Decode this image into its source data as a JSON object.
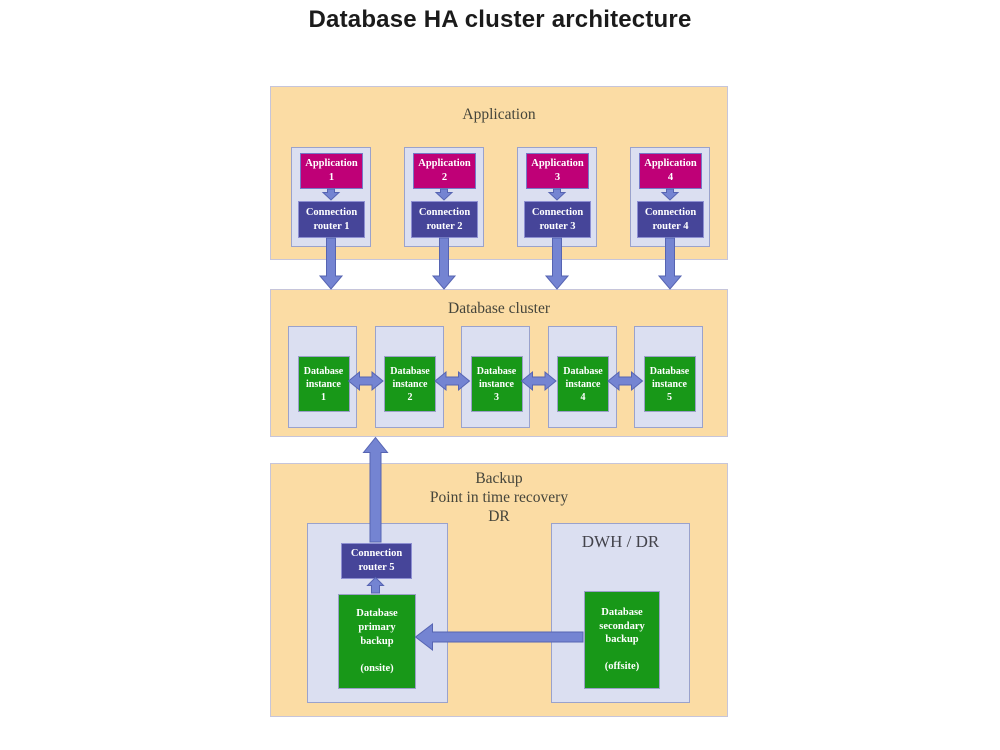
{
  "title": "Database HA cluster architecture",
  "zones": {
    "application": {
      "label": "Application",
      "units": [
        {
          "app": "Application\n1",
          "router": "Connection\nrouter 1"
        },
        {
          "app": "Application\n2",
          "router": "Connection\nrouter 2"
        },
        {
          "app": "Application\n3",
          "router": "Connection\nrouter 3"
        },
        {
          "app": "Application\n4",
          "router": "Connection\nrouter 4"
        }
      ]
    },
    "cluster": {
      "label": "Database cluster",
      "instances": [
        "Database\ninstance\n1",
        "Database\ninstance\n2",
        "Database\ninstance\n3",
        "Database\ninstance\n4",
        "Database\ninstance\n5"
      ]
    },
    "backup": {
      "label": "Backup\nPoint in time recovery\nDR",
      "primary": {
        "router": "Connection\nrouter 5",
        "db": "Database\nprimary\nbackup\n\n(onsite)"
      },
      "dwh": {
        "label": "DWH / DR",
        "db": "Database\nsecondary\nbackup\n\n(offsite)"
      }
    }
  },
  "colors": {
    "zone_fill": "#fbdca4",
    "container_fill": "#dbdff1",
    "application_fill": "#bf0077",
    "router_fill": "#464599",
    "database_fill": "#189818",
    "arrow_fill": "#7484d2"
  }
}
